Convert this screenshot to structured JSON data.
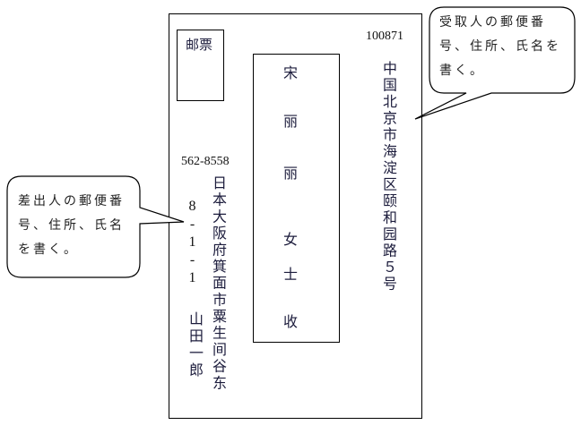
{
  "stamp": {
    "label": "邮票"
  },
  "recipient": {
    "postal_code": "100871",
    "address": "中国北京市海淀区颐和园路５号",
    "name_chars": [
      "宋",
      "丽",
      "丽",
      "女",
      "士",
      "收"
    ]
  },
  "sender": {
    "postal_code": "562-8558",
    "address": "日本大阪府箕面市粟生间谷东",
    "house_number": "8-1-1",
    "name": "山田一郎"
  },
  "callouts": {
    "recipient_note": [
      "受取人の郵便番",
      "号、住所、氏名を",
      "書く。"
    ],
    "sender_note": [
      "差出人の郵便番",
      "号、住所、氏名",
      "を書く。"
    ]
  }
}
